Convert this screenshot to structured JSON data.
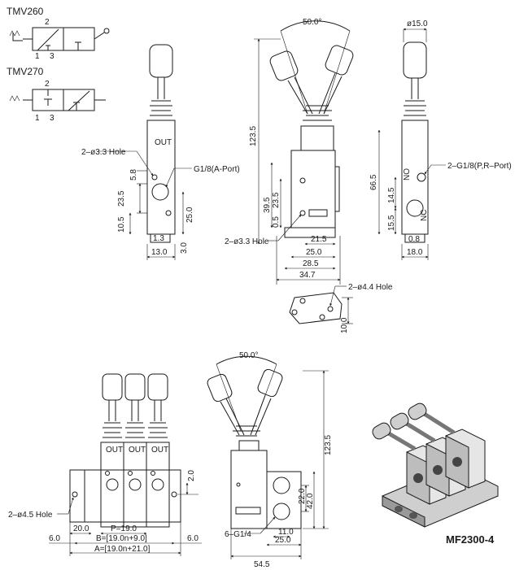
{
  "symbols": {
    "tmv260": {
      "model": "TMV260",
      "port_top": "2",
      "port_left": "1",
      "port_right": "3"
    },
    "tmv270": {
      "model": "TMV270",
      "port_top": "2",
      "port_left": "1",
      "port_right": "3"
    }
  },
  "single_valve_front": {
    "hole_label": "2–ø3.3 Hole",
    "port_label": "G1/8(A-Port)",
    "body_text": "OUT",
    "dims": {
      "d5_8": "5.8",
      "d23_5": "23.5",
      "d10_5": "10.5",
      "d25_0": "25.0",
      "d1_3": "1.3",
      "d13_0": "13.0",
      "d3_0": "3.0"
    }
  },
  "single_valve_side": {
    "angle_label": "50.0°",
    "hole_label": "2–ø3.3 Hole",
    "dims": {
      "d123_5": "123.5",
      "d39_5": "39.5",
      "d23_5": "23.5",
      "d0_5": "0.5",
      "d21_5": "21.5",
      "d25_0": "25.0",
      "d28_5": "28.5",
      "d34_7": "34.7"
    }
  },
  "mount_plate": {
    "hole_label": "2–ø4.4 Hole",
    "d10_0": "10.0"
  },
  "single_valve_right": {
    "dia_label": "ø15.0",
    "port_label": "2–G1/8(P,R–Port)",
    "dims": {
      "d66_5": "66.5",
      "d14_5": "14.5",
      "d15_5": "15.5",
      "d0_8": "0.8",
      "d18_0": "18.0"
    },
    "mark_no": "NO",
    "mark_nc": "NC"
  },
  "manifold_front": {
    "hole_label": "2–ø4.5 Hole",
    "body_text": "OUT",
    "dims": {
      "d20_0": "20.0",
      "p": "P=19.0",
      "b": "B=[19.0n+9.0]",
      "a": "A=[19.0n+21.0]",
      "d6_0_left": "6.0",
      "d6_0_right": "6.0",
      "d2_0": "2.0"
    }
  },
  "manifold_side": {
    "angle_label": "50.0°",
    "port_label": "6–G1/4",
    "dims": {
      "d123_5": "123.5",
      "d22_0": "22.0",
      "d42_0": "42.0",
      "d11_0": "11.0",
      "d25_0": "25.0",
      "d54_5": "54.5"
    }
  },
  "product": {
    "model": "MF2300-4"
  }
}
